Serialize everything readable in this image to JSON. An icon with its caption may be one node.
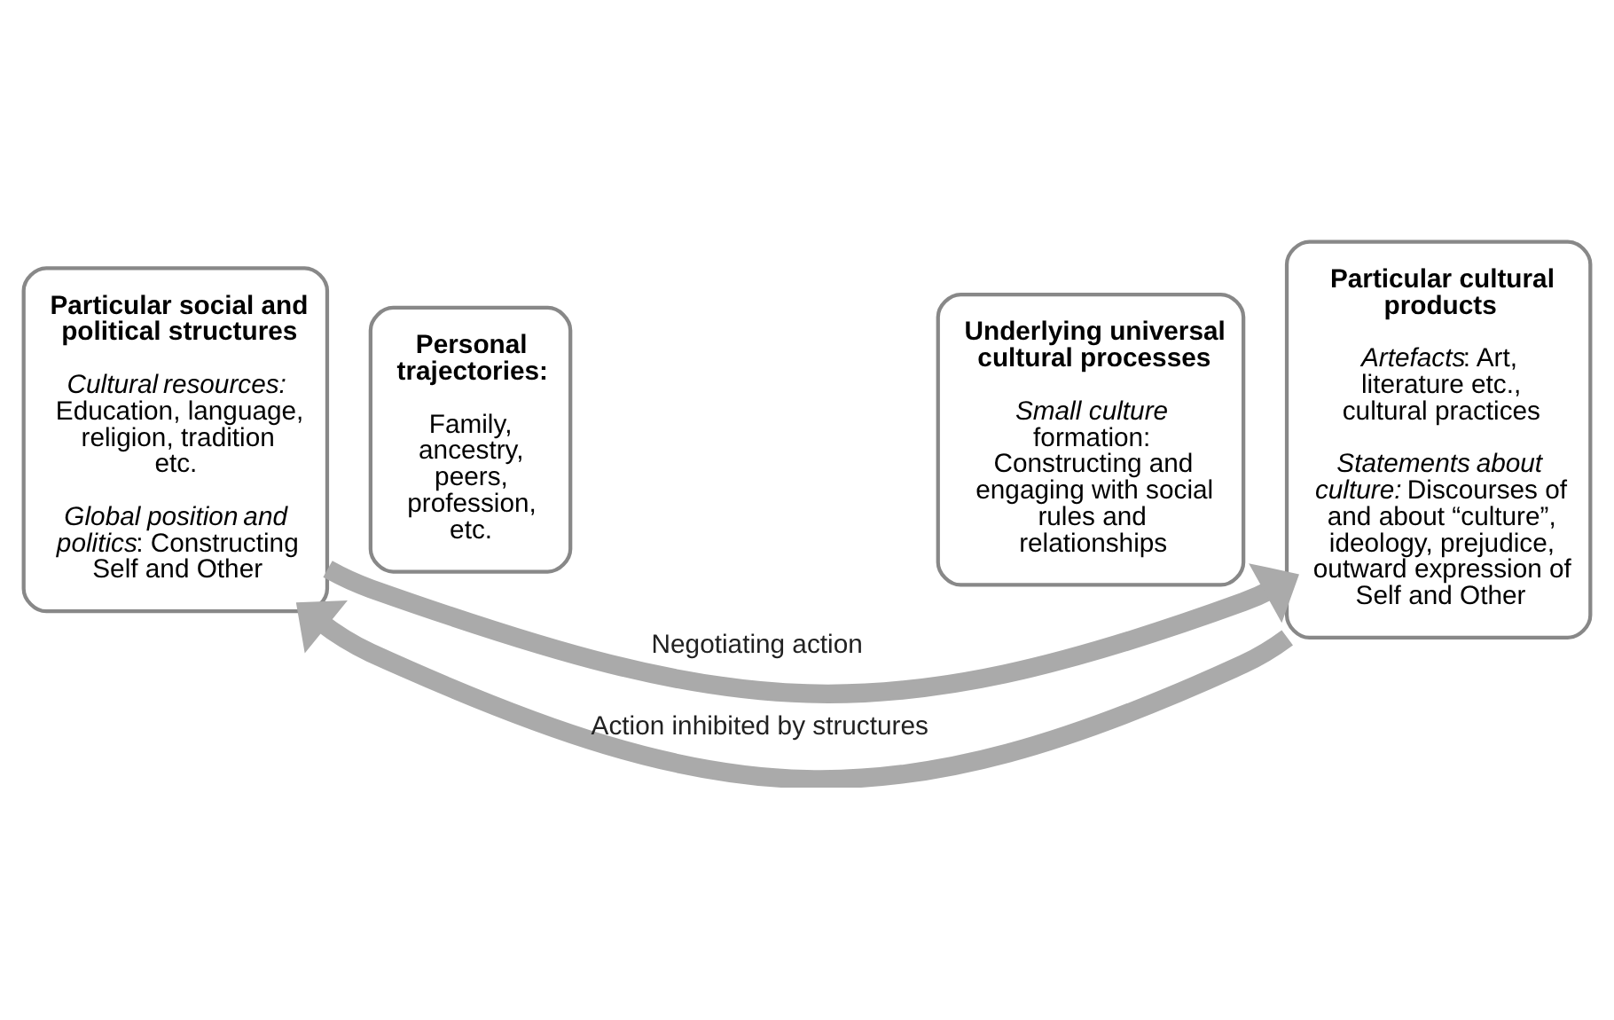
{
  "diagram": {
    "nodes": [
      {
        "text": [
          "Particular social and political structures",
          "*Cultural resources:* Education, language, religion, tradition etc.",
          "*Global position and politics*: Constructing Self and Other"
        ]
      },
      {
        "text": [
          "Personal trajectories:",
          "Family, ancestry, peers, profession, etc."
        ]
      },
      {
        "text": [
          "Underlying universal cultural processes",
          "*Small culture* formation: Constructing and engaging with social rules and relationships"
        ]
      },
      {
        "text": [
          "Particular cultural products",
          "*Artefacts*: Art, literature etc., cultural practices",
          "*Statements about culture:* Discourses of and about “culture”, ideology, prejudice, outward expression of Self and Other"
        ]
      }
    ],
    "edges": [
      {
        "from": 3,
        "to": 0,
        "arrow": "to",
        "label": "Action inhibited by structures"
      },
      {
        "from": 0,
        "to": 3,
        "arrow": "to",
        "label": "Negotiating action"
      }
    ]
  }
}
